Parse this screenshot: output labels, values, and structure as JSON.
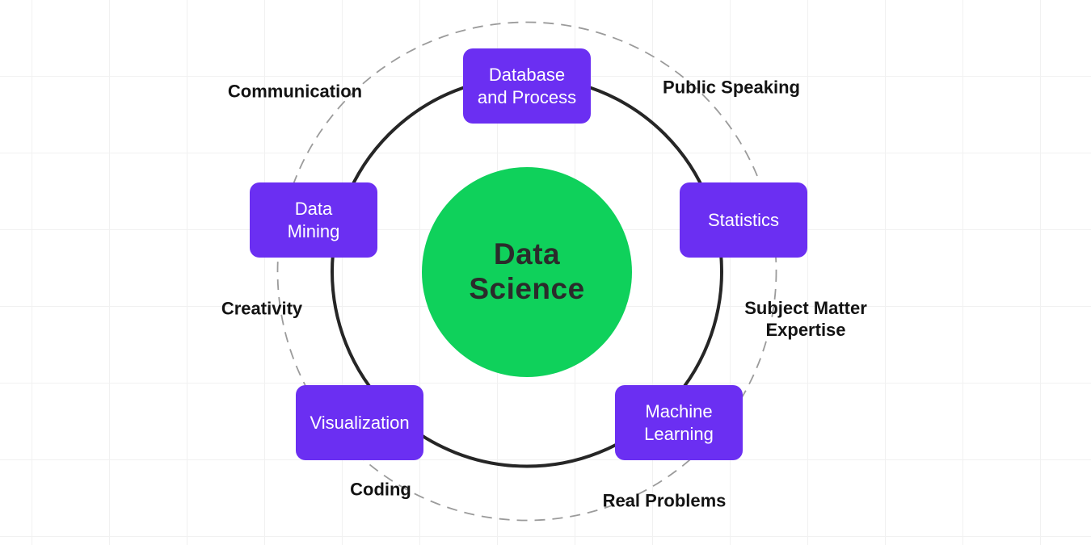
{
  "diagram": {
    "center": {
      "lines": [
        "Data",
        "Science"
      ]
    },
    "skill_nodes": [
      {
        "name": "database-and-process",
        "lines": [
          "Database",
          "and Process"
        ]
      },
      {
        "name": "data-mining",
        "lines": [
          "Data",
          "Mining"
        ]
      },
      {
        "name": "statistics",
        "lines": [
          "Statistics"
        ]
      },
      {
        "name": "visualization",
        "lines": [
          "Visualization"
        ]
      },
      {
        "name": "machine-learning",
        "lines": [
          "Machine",
          "Learning"
        ]
      }
    ],
    "outer_labels": [
      {
        "name": "communication",
        "lines": [
          "Communication"
        ]
      },
      {
        "name": "public-speaking",
        "lines": [
          "Public Speaking"
        ]
      },
      {
        "name": "subject-matter-expertise",
        "lines": [
          "Subject Matter",
          "Expertise"
        ]
      },
      {
        "name": "real-problems",
        "lines": [
          "Real Problems"
        ]
      },
      {
        "name": "coding",
        "lines": [
          "Coding"
        ]
      },
      {
        "name": "creativity",
        "lines": [
          "Creativity"
        ]
      }
    ],
    "colors": {
      "skill_node_fill": "#6B2FF2",
      "skill_node_text": "#FFFFFF",
      "center_fill": "#0FD15B",
      "center_text": "#2B2B2B",
      "inner_ring_stroke": "#262626",
      "outer_ring_stroke": "#9B9B9B",
      "outer_label_text": "#131313",
      "grid_line": "#F1F1F1",
      "background": "#FFFFFF"
    }
  }
}
